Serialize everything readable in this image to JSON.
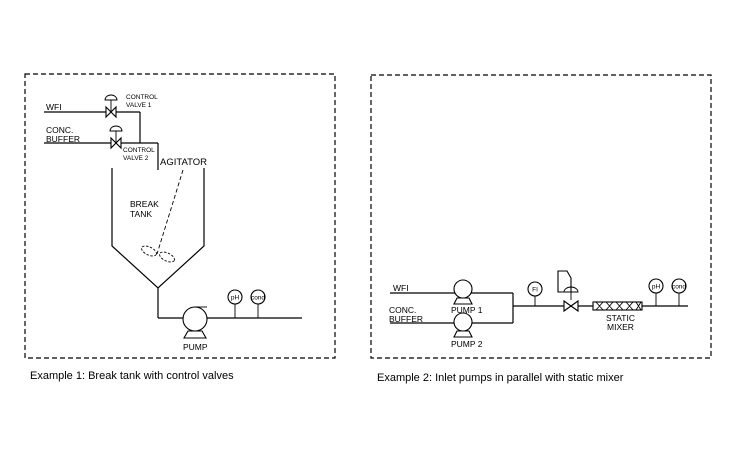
{
  "example1": {
    "caption": "Example 1: Break tank with control valves",
    "wfi": "WFI",
    "conc": "CONC.",
    "buffer": "BUFFER",
    "control_valve_1": [
      "CONTROL",
      "VALVE 1"
    ],
    "control_valve_2": [
      "CONTROL",
      "VALVE 2"
    ],
    "agitator": "AGITATOR",
    "break_tank": [
      "BREAK",
      "TANK"
    ],
    "pump": "PUMP",
    "ph": "pH",
    "cond": "cond"
  },
  "example2": {
    "caption": "Example 2: Inlet pumps in parallel with static mixer",
    "wfi": "WFI",
    "conc": "CONC.",
    "buffer": "BUFFER",
    "pump1": "PUMP 1",
    "pump2": "PUMP 2",
    "fi": "FI",
    "static_mixer": [
      "STATIC",
      "MIXER"
    ],
    "ph": "pH",
    "cond": "cond"
  },
  "colors": {
    "line": "#000000",
    "background": "#ffffff"
  }
}
